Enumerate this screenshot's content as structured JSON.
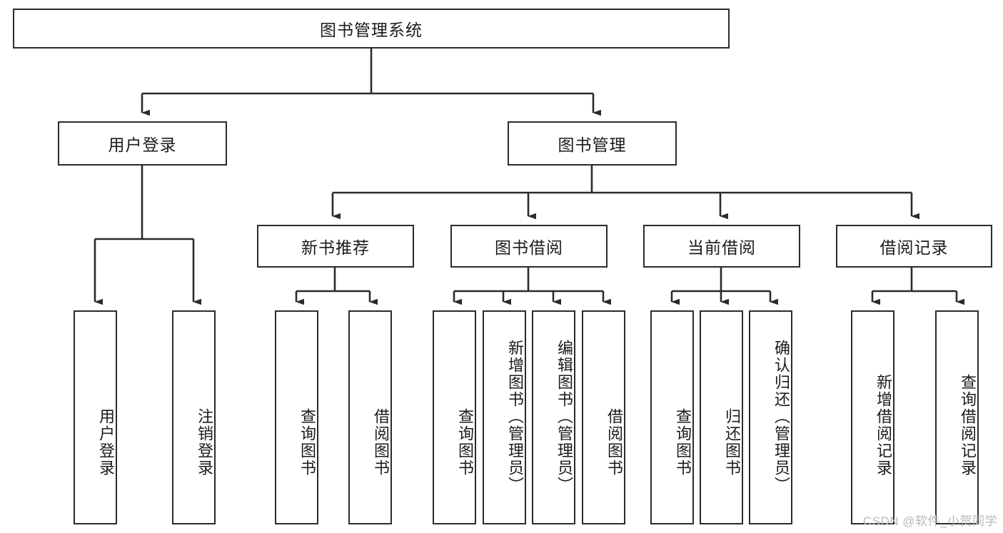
{
  "diagram": {
    "title": "图书管理系统",
    "type": "tree-hierarchy-chart",
    "watermark": "CSDN @软件_小贺同学",
    "colors": {
      "box_border": "#2b2b2b",
      "box_fill": "#ffffff",
      "edge": "#2b2b2b",
      "text": "#1b1b1b",
      "watermark": "#b9b9b9"
    },
    "nodes": {
      "root": "图书管理系统",
      "l2": [
        "用户登录",
        "图书管理"
      ],
      "l3": [
        "新书推荐",
        "图书借阅",
        "当前借阅",
        "借阅记录"
      ],
      "leaves": [
        "用户登录",
        "注销登录",
        "查询图书",
        "借阅图书",
        "查询图书",
        "新增图书（管理员）",
        "编辑图书（管理员）",
        "借阅图书",
        "查询图书",
        "归还图书",
        "确认归还（管理员）",
        "新增借阅记录",
        "查询借阅记录"
      ]
    }
  }
}
